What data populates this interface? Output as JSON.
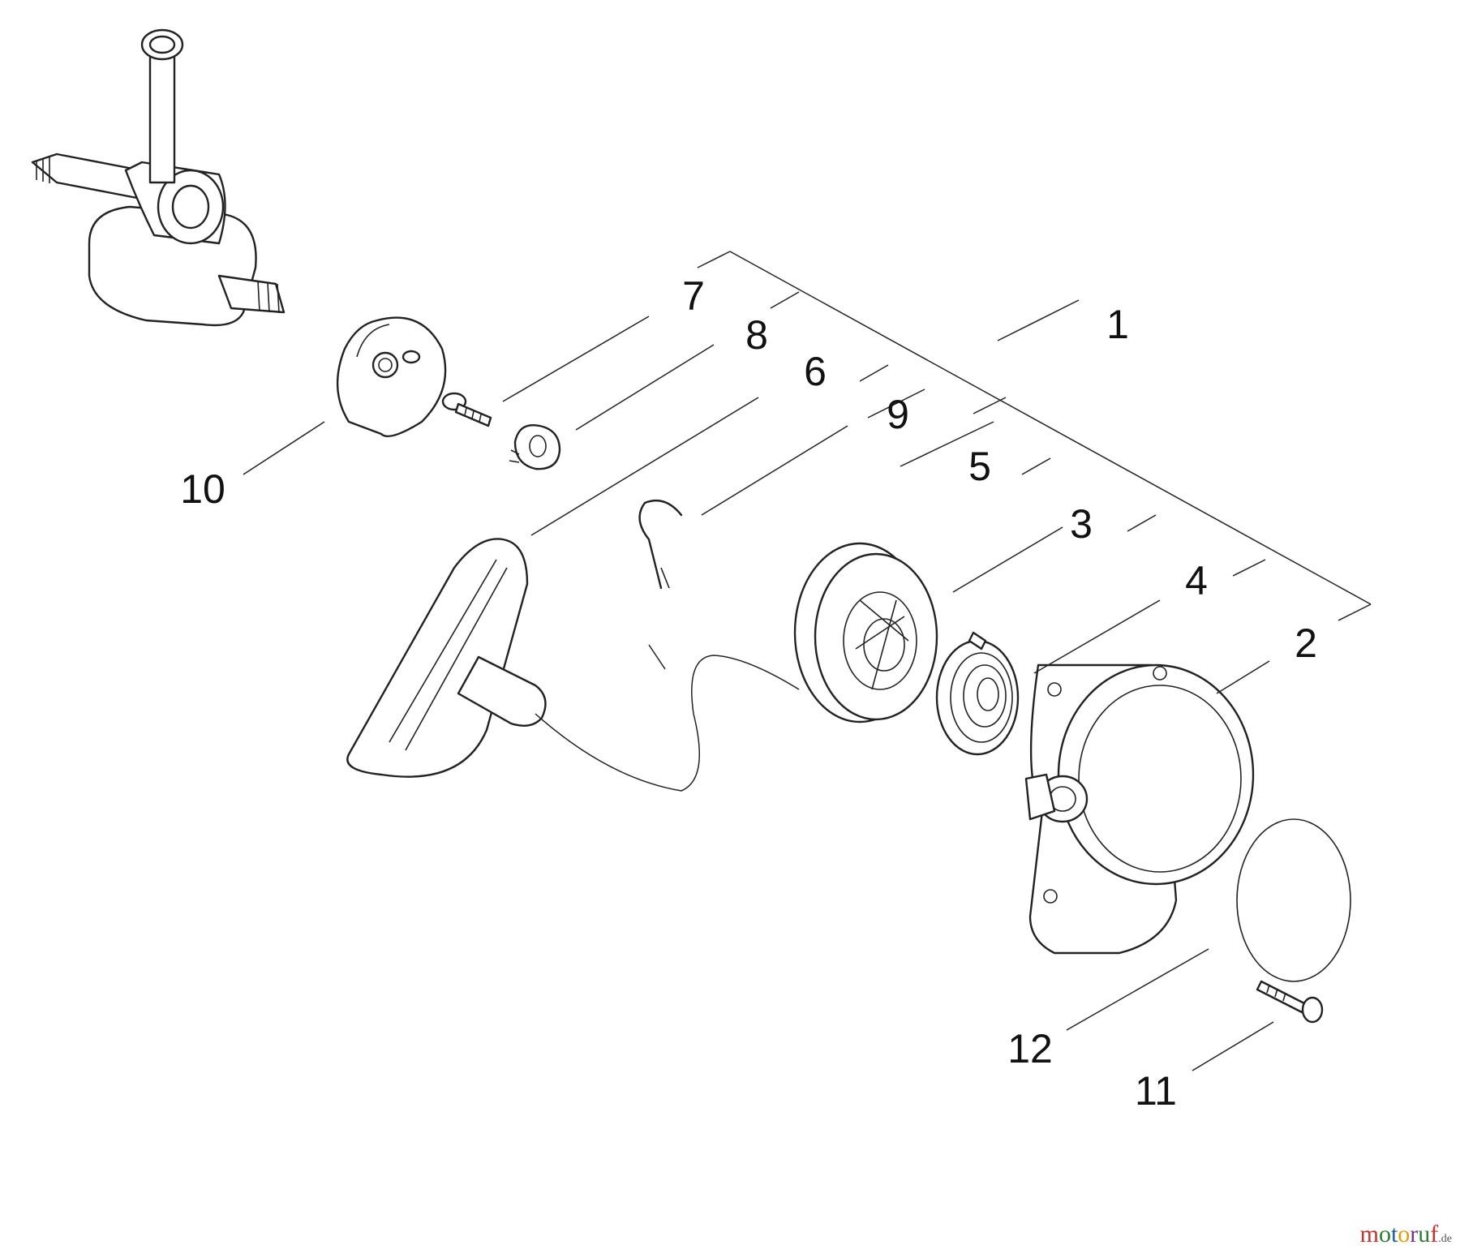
{
  "callouts": [
    {
      "id": "1",
      "label": "1"
    },
    {
      "id": "2",
      "label": "2"
    },
    {
      "id": "3",
      "label": "3"
    },
    {
      "id": "4",
      "label": "4"
    },
    {
      "id": "5",
      "label": "5"
    },
    {
      "id": "6",
      "label": "6"
    },
    {
      "id": "7",
      "label": "7"
    },
    {
      "id": "8",
      "label": "8"
    },
    {
      "id": "9",
      "label": "9"
    },
    {
      "id": "10",
      "label": "10"
    },
    {
      "id": "11",
      "label": "11"
    },
    {
      "id": "12",
      "label": "12"
    }
  ],
  "watermark": {
    "text": "motoruf",
    "suffix": ".de",
    "colors": [
      "#c9302c",
      "#2e7d32",
      "#1f5fa8",
      "#e0a100",
      "#7b2f8f",
      "#2e7d32",
      "#c9302c"
    ]
  }
}
